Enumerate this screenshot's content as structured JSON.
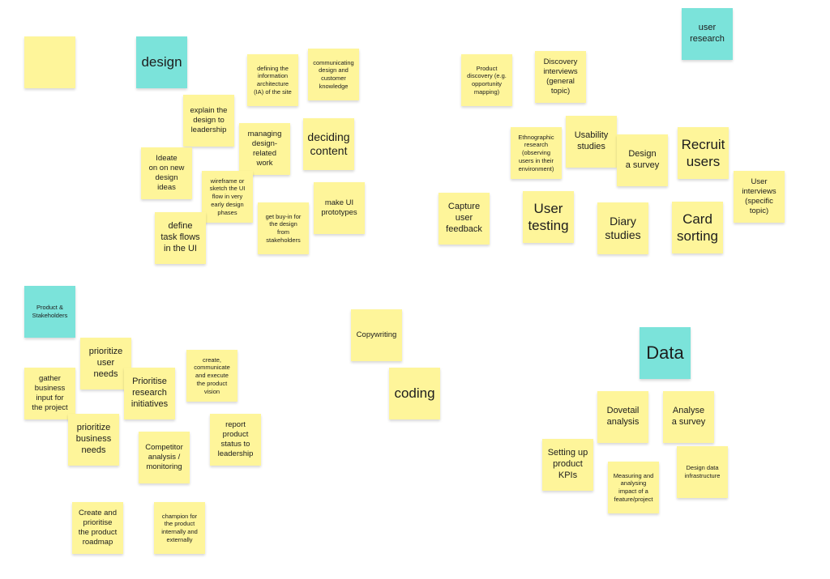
{
  "colors": {
    "yellow": "#fef59a",
    "teal": "#7be3da",
    "background": "#ffffff"
  },
  "headers": {
    "design": "design",
    "user_research": "user\nresearch",
    "product": "Product &\nStakeholders",
    "data": "Data"
  },
  "notes": {
    "empty": "",
    "ia": "defining the\ninformation\narchitecture\n(IA) of the site",
    "communicating": "communicating\ndesign and\ncustomer\nknowledge",
    "explain": "explain the\ndesign to\nleadership",
    "managing": "managing\ndesign-\nrelated\nwork",
    "deciding": "deciding\ncontent",
    "ideate": "Ideate\non on new\ndesign\nideas",
    "wireframe": "wireframe or\nsketch the UI\nflow in very\nearly design\nphases",
    "taskflows": "define\ntask flows\nin the UI",
    "buyin": "get buy-in for\nthe design\nfrom\nstakeholders",
    "prototypes": "make UI\nprototypes",
    "product_discovery": "Product\ndiscovery (e.g.\nopportunity\nmapping)",
    "discovery_interviews": "Discovery\ninterviews\n(general\ntopic)",
    "ethnographic": "Ethnographic\nresearch\n(observing\nusers in their\nenvironment)",
    "usability": "Usability\nstudies",
    "design_survey": "Design\na survey",
    "recruit": "Recruit\nusers",
    "user_interviews": "User\ninterviews\n(specific\ntopic)",
    "capture": "Capture\nuser\nfeedback",
    "user_testing": "User\ntesting",
    "diary": "Diary\nstudies",
    "card_sorting": "Card\nsorting",
    "prioritize_user": "prioritize\nuser\nneeds",
    "create_vision": "create,\ncommunicate\nand execute\nthe product\nvision",
    "gather": "gather\nbusiness\ninput for\nthe project",
    "prioritise_research": "Prioritise\nresearch\ninitiatives",
    "prioritize_business": "prioritize\nbusiness\nneeds",
    "report": "report\nproduct\nstatus to\nleadership",
    "competitor": "Competitor\nanalysis /\nmonitoring",
    "roadmap": "Create and\nprioritise\nthe product\nroadmap",
    "champion": "champion for\nthe product\ninternally and\nexternally",
    "copywriting": "Copywriting",
    "coding": "coding",
    "dovetail": "Dovetail\nanalysis",
    "analyse_survey": "Analyse\na survey",
    "kpis": "Setting up\nproduct\nKPIs",
    "measuring": "Measuring and\nanalysing\nimpact of a\nfeature/project",
    "data_infra": "Design data\ninfrastructure"
  }
}
